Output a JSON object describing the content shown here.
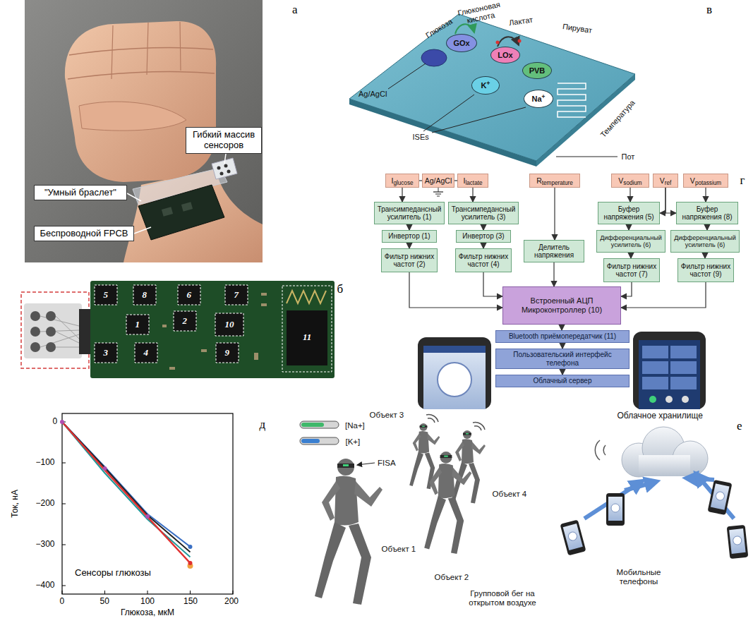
{
  "diagram": {
    "nodes": [
      {
        "text": [
          "Гибкий массив сенсоров"
        ]
      },
      {
        "text": [
          "\"Умный браслет\""
        ]
      },
      {
        "text": [
          "Беспроводной FPCB"
        ]
      },
      {
        "text": [
          "GOx"
        ]
      },
      {
        "text": [
          "LOx"
        ]
      },
      {
        "text": [
          "PVB"
        ]
      },
      {
        "text": [
          "K+"
        ]
      },
      {
        "text": [
          "Na+"
        ]
      },
      {
        "text": [
          "Iglucose"
        ]
      },
      {
        "text": [
          "Ag/AgCl"
        ]
      },
      {
        "text": [
          "Ilactate"
        ]
      },
      {
        "text": [
          "Rtemperature"
        ]
      },
      {
        "text": [
          "Vsodium"
        ]
      },
      {
        "text": [
          "Vref"
        ]
      },
      {
        "text": [
          "Vpotassium"
        ]
      },
      {
        "text": [
          "Трансимпедансный усилитель (1)"
        ]
      },
      {
        "text": [
          "Трансимпедансный усилитель (3)"
        ]
      },
      {
        "text": [
          "Буфер напряжения (5)"
        ]
      },
      {
        "text": [
          "Буфер напряжения (8)"
        ]
      },
      {
        "text": [
          "Инвертор (1)"
        ]
      },
      {
        "text": [
          "Инвертор (3)"
        ]
      },
      {
        "text": [
          "Делитель напряжения"
        ]
      },
      {
        "text": [
          "Дифференциальный усилитель (6)"
        ]
      },
      {
        "text": [
          "Дифференциальный усилитель (6)"
        ]
      },
      {
        "text": [
          "Фильтр нижних частот (2)"
        ]
      },
      {
        "text": [
          "Фильтр нижних частот (4)"
        ]
      },
      {
        "text": [
          "Фильтр нижних частот (7)"
        ]
      },
      {
        "text": [
          "Фильтр нижних частот (9)"
        ]
      },
      {
        "text": [
          "Встроенный АЦП",
          "Микроконтроллер (10)"
        ]
      },
      {
        "text": [
          "Bluetooth приёмопередатчик (11)"
        ]
      },
      {
        "text": [
          "Пользовательский интерфейс телефона"
        ]
      },
      {
        "text": [
          "Облачный сервер"
        ]
      }
    ],
    "edges": [
      {
        "from": 8,
        "to": 9,
        "arrow": "none"
      },
      {
        "from": 9,
        "to": 10,
        "arrow": "none"
      },
      {
        "from": 8,
        "to": 15,
        "arrow": "to"
      },
      {
        "from": 10,
        "to": 16,
        "arrow": "to"
      },
      {
        "from": 11,
        "to": 21,
        "arrow": "to"
      },
      {
        "from": 12,
        "to": 17,
        "arrow": "to"
      },
      {
        "from": 13,
        "to": 17,
        "arrow": "to"
      },
      {
        "from": 13,
        "to": 18,
        "arrow": "to"
      },
      {
        "from": 14,
        "to": 18,
        "arrow": "to"
      },
      {
        "from": 15,
        "to": 19,
        "arrow": "to"
      },
      {
        "from": 16,
        "to": 20,
        "arrow": "to"
      },
      {
        "from": 17,
        "to": 22,
        "arrow": "to"
      },
      {
        "from": 18,
        "to": 23,
        "arrow": "to"
      },
      {
        "from": 19,
        "to": 24,
        "arrow": "to"
      },
      {
        "from": 20,
        "to": 25,
        "arrow": "to"
      },
      {
        "from": 22,
        "to": 26,
        "arrow": "to"
      },
      {
        "from": 23,
        "to": 27,
        "arrow": "to"
      },
      {
        "from": 24,
        "to": 28,
        "arrow": "to"
      },
      {
        "from": 25,
        "to": 28,
        "arrow": "to"
      },
      {
        "from": 21,
        "to": 28,
        "arrow": "to"
      },
      {
        "from": 26,
        "to": 28,
        "arrow": "to"
      },
      {
        "from": 27,
        "to": 28,
        "arrow": "to"
      },
      {
        "from": 28,
        "to": 29,
        "arrow": "to"
      },
      {
        "from": 29,
        "to": 30,
        "arrow": "to"
      },
      {
        "from": 30,
        "to": 31,
        "arrow": "to"
      }
    ],
    "labels": [
      "а",
      "б",
      "в",
      "г",
      "д",
      "е",
      "5",
      "8",
      "6",
      "7",
      "1",
      "2",
      "10",
      "3",
      "4",
      "9",
      "11",
      "Глюкоза",
      "Глюконовая кислота",
      "Лактат",
      "Пируват",
      "Ag/AgCl",
      "ISEs",
      "Температура",
      "Пот",
      "Ток, нА",
      "0",
      "−100",
      "−200",
      "−300",
      "−400",
      "0",
      "50",
      "100",
      "150",
      "200",
      "Глюкоза, мкМ",
      "Сенсоры глюкозы",
      "[Na+]",
      "[K+]",
      "FISA",
      "Объект 3",
      "Объект 4",
      "Объект 1",
      "Объект 2",
      "Групповой бег на открытом воздухе",
      "Облачное хранилище",
      "Мобильные телефоны"
    ]
  }
}
